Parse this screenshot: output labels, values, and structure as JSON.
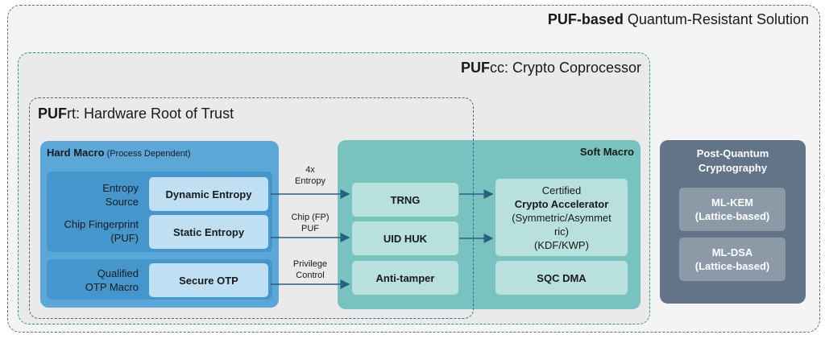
{
  "outer": {
    "bold": "PUF-based",
    "rest": " Quantum-Resistant Solution"
  },
  "pufcc": {
    "bold": "PUF",
    "rest": "cc: Crypto Coprocessor"
  },
  "pufrt": {
    "bold": "PUF",
    "rest": "rt: Hardware Root of Trust"
  },
  "hard_macro": {
    "title": "Hard Macro",
    "subtitle": " (Process Dependent)"
  },
  "soft_macro": {
    "title": "Soft Macro"
  },
  "entropy": {
    "label1": "Entropy",
    "label2": "Source",
    "box": "Dynamic Entropy",
    "fp_label1": "Chip Fingerprint",
    "fp_label2": "(PUF)",
    "fp_box": "Static Entropy"
  },
  "otp": {
    "label1": "Qualified",
    "label2": "OTP Macro",
    "box": "Secure OTP"
  },
  "signals": {
    "s1_a": "4x",
    "s1_b": "Entropy",
    "s2_a": "Chip (FP)",
    "s2_b": "PUF",
    "s3_a": "Privilege",
    "s3_b": "Control"
  },
  "soft": {
    "trng": "TRNG",
    "uid": "UID HUK",
    "tamper": "Anti-tamper",
    "dma": "SQC DMA"
  },
  "accel": {
    "l1": "Certified",
    "l2": "Crypto Accelerator",
    "l3": "(Symmetric/Asymmet",
    "l4": "ric)",
    "l5": "(KDF/KWP)"
  },
  "pqc": {
    "title1": "Post-Quantum",
    "title2": "Cryptography",
    "kem1": "ML-KEM",
    "kem2": "(Lattice-based)",
    "dsa1": "ML-DSA",
    "dsa2": "(Lattice-based)"
  },
  "colors": {
    "hard_macro": "#5aa7d8",
    "soft_macro": "#78c3bf",
    "pqc": "#627488",
    "arrow": "#2b5f86"
  }
}
